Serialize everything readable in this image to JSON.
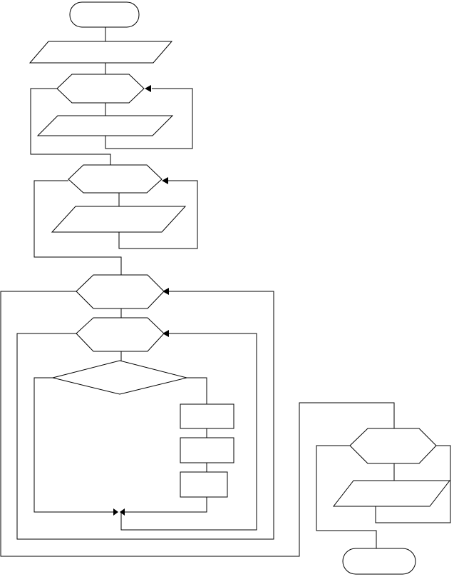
{
  "diagram": {
    "type": "flowchart",
    "line_color": "#000000",
    "fill_color": "#ffffff",
    "nodes": [
      {
        "id": "start",
        "kind": "terminator",
        "text": ""
      },
      {
        "id": "input-1",
        "kind": "io",
        "text": ""
      },
      {
        "id": "loop-1",
        "kind": "preparation",
        "text": ""
      },
      {
        "id": "io-loop-1",
        "kind": "io",
        "text": ""
      },
      {
        "id": "loop-2",
        "kind": "preparation",
        "text": ""
      },
      {
        "id": "io-loop-2",
        "kind": "io",
        "text": ""
      },
      {
        "id": "outer-loop",
        "kind": "preparation",
        "text": ""
      },
      {
        "id": "inner-loop",
        "kind": "preparation",
        "text": ""
      },
      {
        "id": "decision",
        "kind": "decision",
        "text": ""
      },
      {
        "id": "process-1",
        "kind": "process",
        "text": ""
      },
      {
        "id": "process-2",
        "kind": "process",
        "text": ""
      },
      {
        "id": "process-3",
        "kind": "process",
        "text": ""
      },
      {
        "id": "output-loop",
        "kind": "preparation",
        "text": ""
      },
      {
        "id": "output-io",
        "kind": "io",
        "text": ""
      },
      {
        "id": "end",
        "kind": "terminator",
        "text": ""
      }
    ]
  }
}
